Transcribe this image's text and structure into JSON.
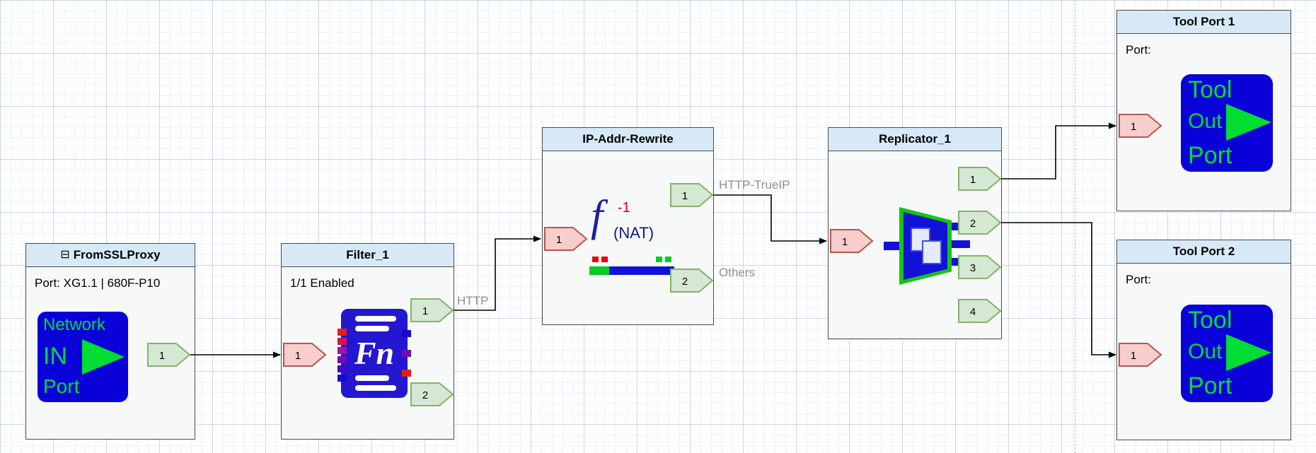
{
  "diagram": {
    "edge_labels": {
      "http": "HTTP",
      "http_trueip": "HTTP-TrueIP",
      "others": "Others"
    }
  },
  "nodes": {
    "from_ssl_proxy": {
      "title": "FromSSLProxy",
      "collapse_glyph": "⊟",
      "subtitle": "Port: XG1.1 | 680F-P10",
      "icon": {
        "line1": "Network",
        "line2": "IN",
        "line3": "Port"
      },
      "ports": {
        "out1": "1"
      }
    },
    "filter_1": {
      "title": "Filter_1",
      "subtitle": "1/1 Enabled",
      "icon": {
        "text": "Fn"
      },
      "ports": {
        "in1": "1",
        "out1": "1",
        "out2": "2"
      }
    },
    "ip_addr_rewrite": {
      "title": "IP-Addr-Rewrite",
      "icon": {
        "f": "f",
        "sup": "-1",
        "nat": "(NAT)"
      },
      "ports": {
        "in1": "1",
        "out1": "1",
        "out2": "2"
      }
    },
    "replicator_1": {
      "title": "Replicator_1",
      "ports": {
        "in1": "1",
        "out1": "1",
        "out2": "2",
        "out3": "3",
        "out4": "4"
      }
    },
    "tool_port_1": {
      "title": "Tool Port 1",
      "subtitle": "Port:",
      "icon": {
        "line1": "Tool",
        "line2": "Out",
        "line3": "Port"
      },
      "ports": {
        "in1": "1"
      }
    },
    "tool_port_2": {
      "title": "Tool Port 2",
      "subtitle": "Port:",
      "icon": {
        "line1": "Tool",
        "line2": "Out",
        "line3": "Port"
      },
      "ports": {
        "in1": "1"
      }
    }
  },
  "colors": {
    "header_bg": "#d7e9f6",
    "node_bg": "#f7f8f8",
    "input_port_fill": "#f8cecc",
    "input_port_stroke": "#b85450",
    "output_port_fill": "#d5e8d4",
    "output_port_stroke": "#82b366",
    "icon_blue": "#0a00d8",
    "icon_green": "#00dd33",
    "edge_label_text": "#8f8f8f"
  }
}
